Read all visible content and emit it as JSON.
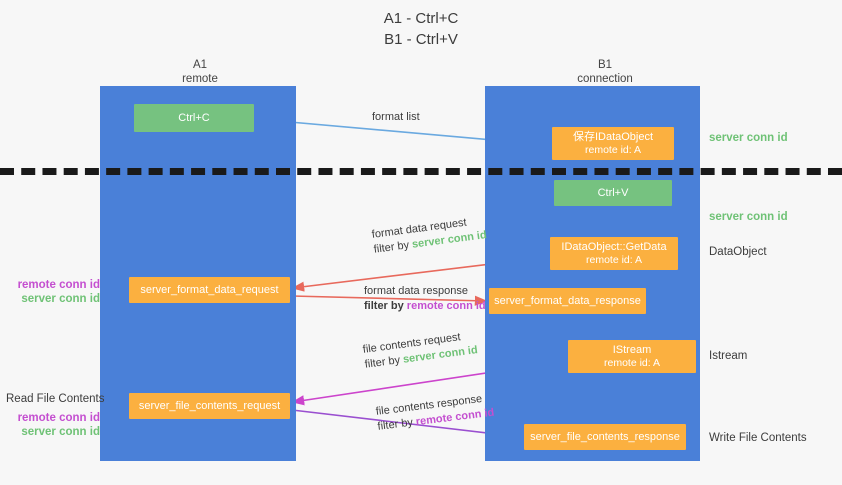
{
  "title": {
    "line1": "A1 - Ctrl+C",
    "line2": "B1 - Ctrl+V"
  },
  "columns": {
    "left": {
      "name": "A1",
      "role": "remote"
    },
    "right": {
      "name": "B1",
      "role": "connection"
    }
  },
  "nodes": {
    "ctrl_c": {
      "label": "Ctrl+C",
      "color": "#76c280"
    },
    "save_idataobject": {
      "line1": "保存IDataObject",
      "line2": "remote id: A",
      "color": "#fbb040"
    },
    "ctrl_v": {
      "label": "Ctrl+V",
      "color": "#76c280"
    },
    "getdata": {
      "line1": "IDataObject::GetData",
      "line2": "remote id: A",
      "color": "#fbb040"
    },
    "istream": {
      "line1": "IStream",
      "line2": "remote id: A",
      "color": "#fbb040"
    },
    "server_format_data_request": {
      "label": "server_format_data_request",
      "color": "#fbb040"
    },
    "server_format_data_response": {
      "label": "server_format_data_response",
      "color": "#fbb040"
    },
    "server_file_contents_request": {
      "label": "server_file_contents_request",
      "color": "#fbb040"
    },
    "server_file_contents_response": {
      "label": "server_file_contents_response",
      "color": "#fbb040"
    }
  },
  "edge_labels": {
    "format_list": "format list",
    "format_data_request": "format data request",
    "format_data_request_filter_prefix": "filter by ",
    "format_data_request_filter_value": "server conn id",
    "format_data_response": "format data response",
    "format_data_response_filter_prefix": "filter by ",
    "format_data_response_filter_value": "remote conn id",
    "file_contents_request": "file contents request",
    "file_contents_request_filter_prefix": "filter by ",
    "file_contents_request_filter_value": "server conn id",
    "file_contents_response": "file contents response",
    "file_contents_response_filter_prefix": "filter by ",
    "file_contents_response_filter_value": "remote conn id"
  },
  "annotations": {
    "right": {
      "server_conn_id_top": "server conn id",
      "server_conn_id_mid": "server conn id",
      "dataobject": "DataObject",
      "istream": "Istream",
      "write_file_contents": "Write File Contents"
    },
    "left": {
      "remote_conn_id_1": "remote conn id",
      "server_conn_id_1": "server conn id",
      "read_file_contents": "Read File Contents",
      "remote_conn_id_2": "remote conn id",
      "server_conn_id_2": "server conn id"
    }
  },
  "colors": {
    "lane": "#4a80d8",
    "green": "#76c280",
    "orange": "#fbb040",
    "green_text": "#6fc276",
    "magenta_text": "#c44fd0",
    "arrow_light_blue": "#6aa9e0",
    "arrow_red": "#e8695c",
    "arrow_magenta": "#cc44cc",
    "arrow_purple": "#9a4fd0",
    "arrow_black": "#111111",
    "divider": "#1a1a1a"
  }
}
